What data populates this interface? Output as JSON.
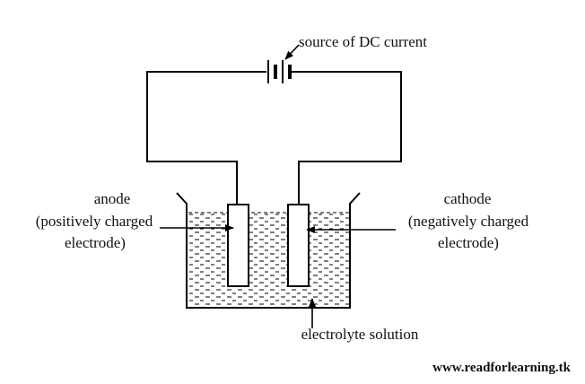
{
  "diagram": {
    "labels": {
      "source": "source of DC current",
      "anode_line1": "anode",
      "anode_line2": "(positively charged",
      "anode_line3": "electrode)",
      "cathode_line1": "cathode",
      "cathode_line2": "(negatively charged",
      "cathode_line3": "electrode)",
      "electrolyte": "electrolyte solution"
    },
    "footer": {
      "website": "www.readforlearning.tk"
    },
    "colors": {
      "line": "#000000",
      "background": "#ffffff"
    }
  }
}
